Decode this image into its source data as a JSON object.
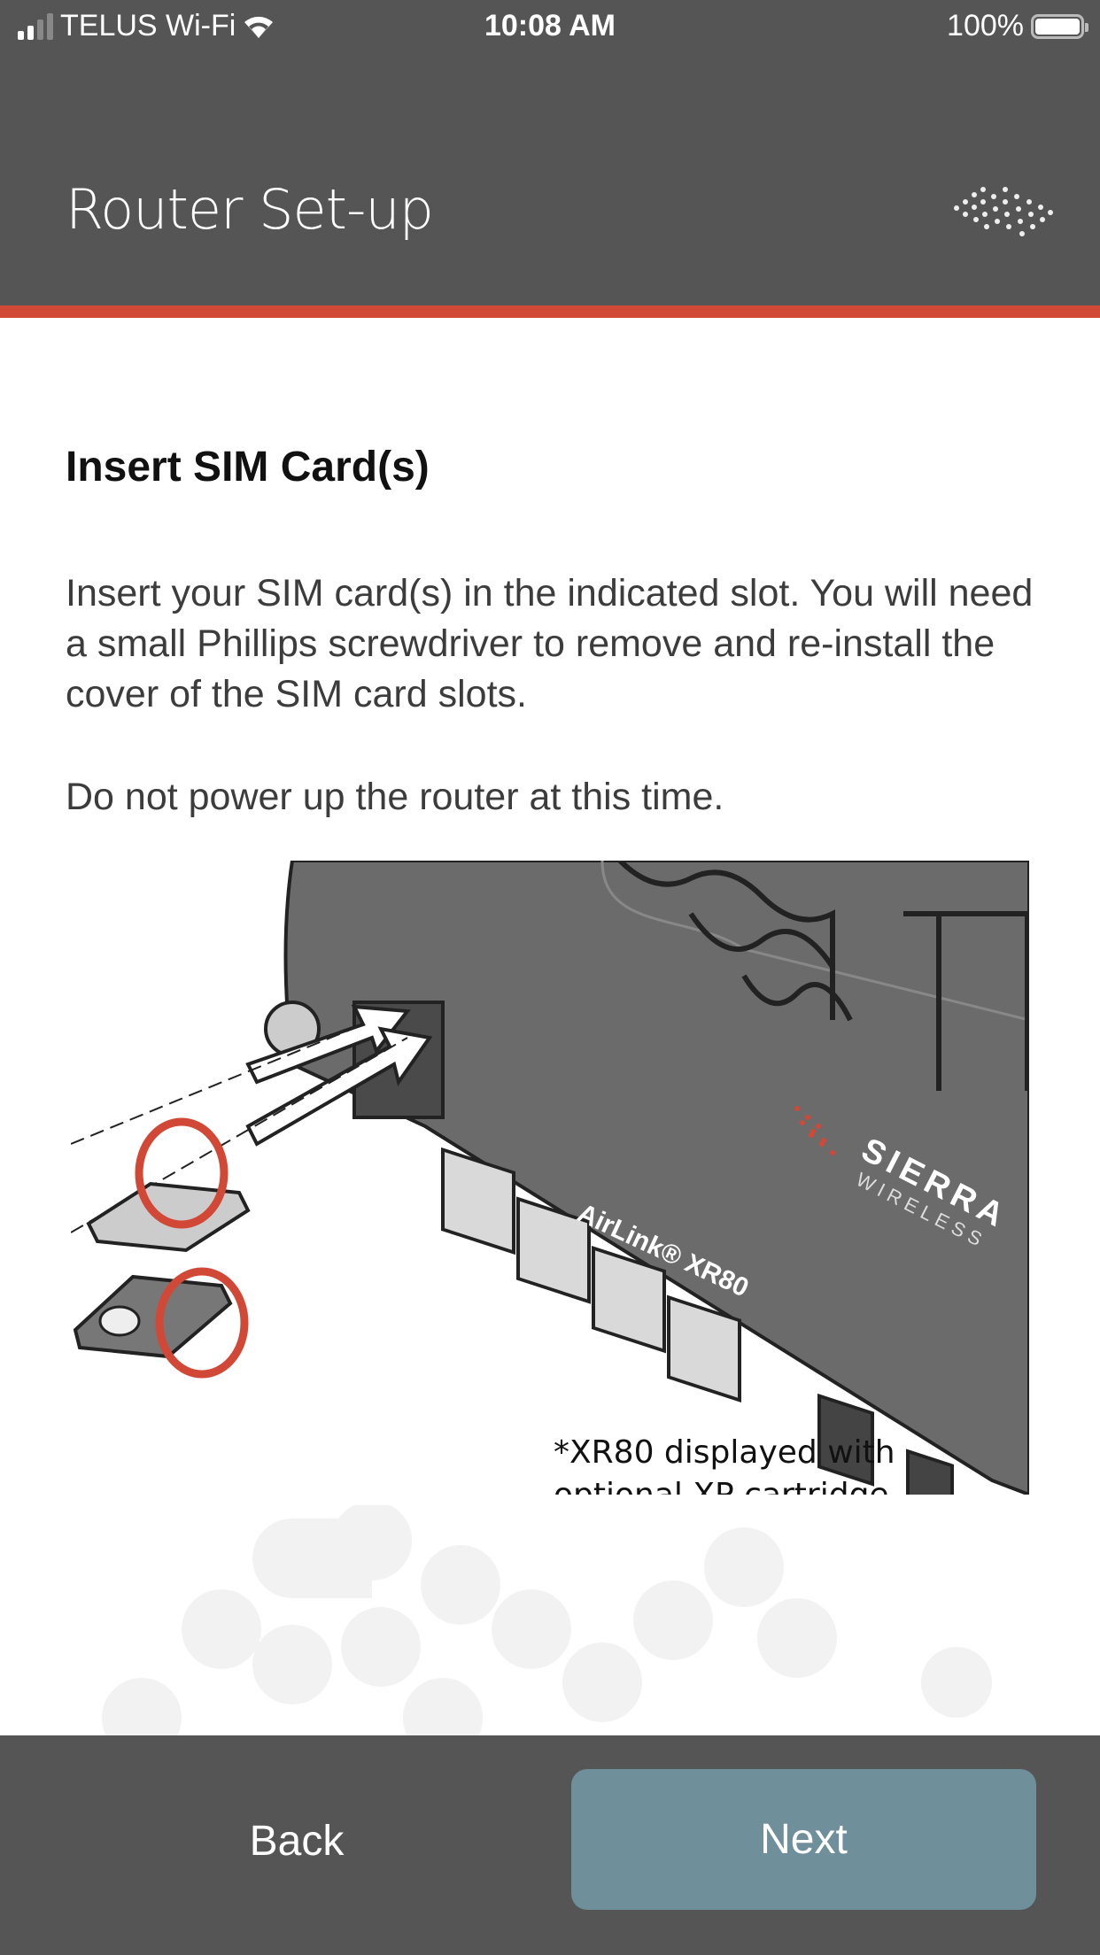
{
  "status_bar": {
    "carrier": "TELUS Wi-Fi",
    "time": "10:08 AM",
    "battery": "100%"
  },
  "header": {
    "title": "Router Set-up"
  },
  "content": {
    "heading": "Insert SIM Card(s)",
    "paragraph_1": "Insert your SIM card(s) in the indicated slot. You will need a small Phillips screwdriver to remove and re-install the cover of the SIM card slots.",
    "paragraph_2": "Do not power up the router at this time.",
    "illustration": {
      "caption_line_1": "*XR80 displayed with",
      "caption_line_2": "optional XP cartridge",
      "product_label": "AirLink® XR80",
      "brand_line_1": "SIERRA",
      "brand_line_2": "WIRELESS"
    }
  },
  "footer": {
    "back_label": "Back",
    "next_label": "Next"
  },
  "colors": {
    "header": "#555555",
    "accent": "#d14836",
    "next_button": "#6f8f9b"
  }
}
